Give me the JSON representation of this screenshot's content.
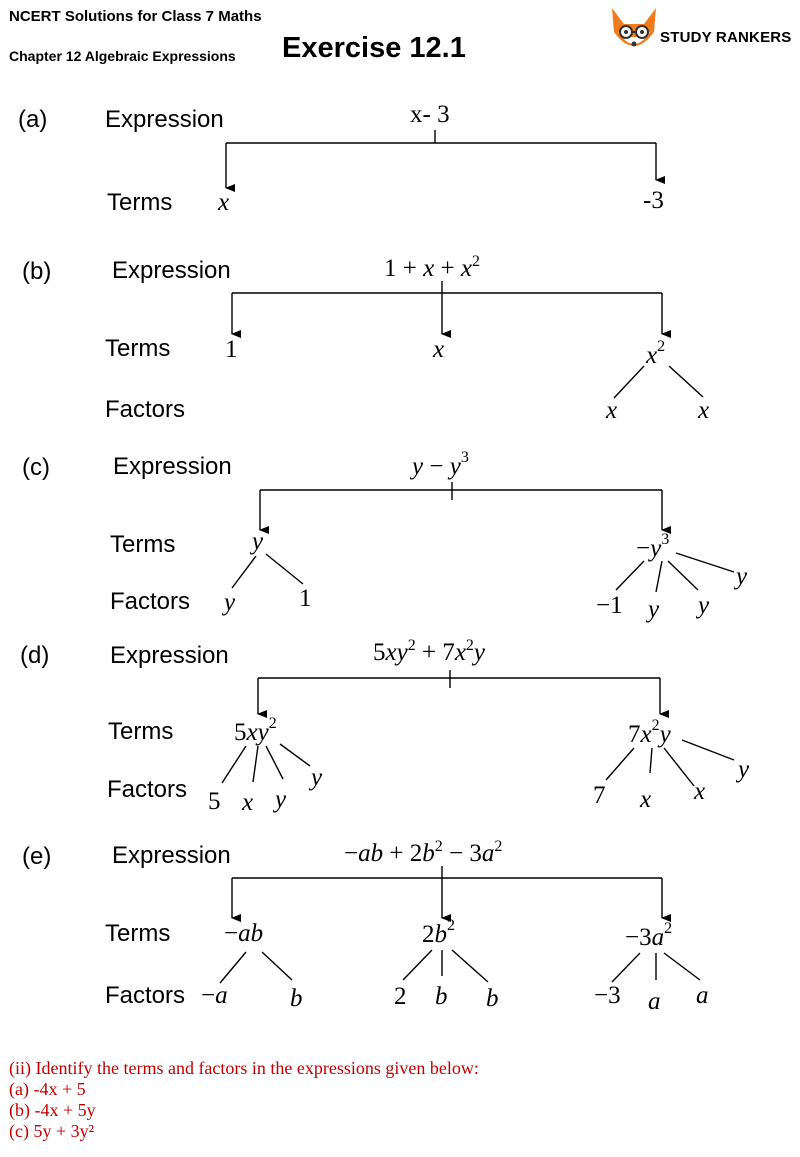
{
  "header": {
    "line1": "NCERT Solutions for Class 7 Maths",
    "line2": "Chapter 12 Algebraic Expressions",
    "title": "Exercise 12.1",
    "brand": "STUDY RANKERS"
  },
  "labels": {
    "expression": "Expression",
    "terms": "Terms",
    "factors": "Factors"
  },
  "parts": {
    "a": {
      "tag": "(a)",
      "expression": "x- 3",
      "terms": [
        "x",
        "-3"
      ]
    },
    "b": {
      "tag": "(b)",
      "expression": "1 + x + x²",
      "terms": [
        "1",
        "x",
        "x²"
      ],
      "factors": [
        "x",
        "x"
      ]
    },
    "c": {
      "tag": "(c)",
      "expression": "y − y³",
      "terms": [
        "y",
        "−y³"
      ],
      "factors": [
        "y",
        "1",
        "−1",
        "y",
        "y",
        "y"
      ]
    },
    "d": {
      "tag": "(d)",
      "expression": "5xy² + 7x²y",
      "terms": [
        "5xy²",
        "7x²y"
      ],
      "factors": [
        "5",
        "x",
        "y",
        "y",
        "7",
        "x",
        "x",
        "y"
      ]
    },
    "e": {
      "tag": "(e)",
      "expression": "−ab + 2b² − 3a²",
      "terms": [
        "−ab",
        "2b²",
        "−3a²"
      ],
      "factors": [
        "−a",
        "b",
        "2",
        "b",
        "b",
        "−3",
        "a",
        "a"
      ]
    }
  },
  "question": {
    "title": "(ii) Identify the terms and factors in the expressions given below:",
    "items": [
      "(a) -4x + 5",
      "(b) -4x + 5y",
      "(c) 5y + 3y²"
    ]
  }
}
